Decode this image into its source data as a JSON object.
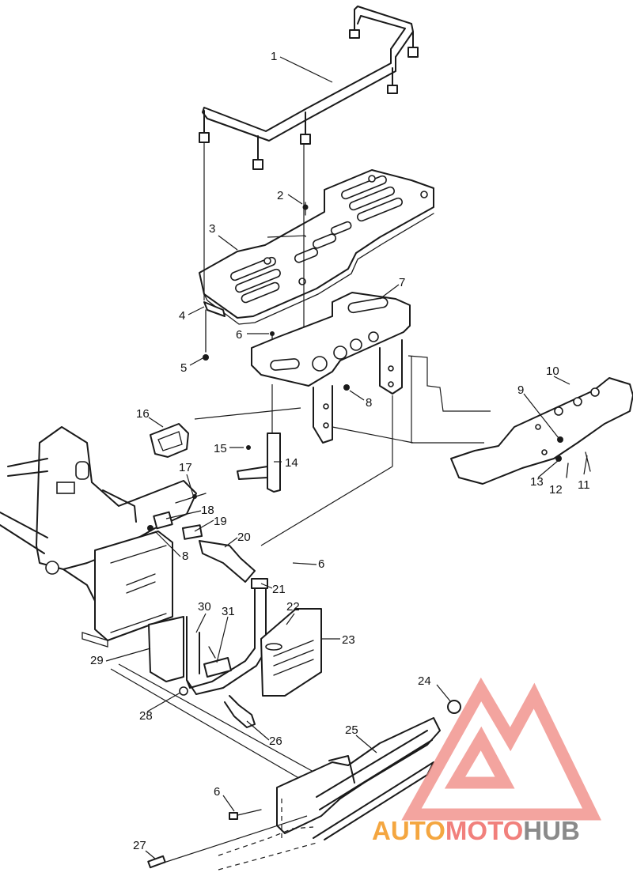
{
  "callouts": [
    "1",
    "2",
    "3",
    "4",
    "5",
    "6",
    "7",
    "8",
    "9",
    "10",
    "11",
    "12",
    "13",
    "14",
    "15",
    "16",
    "17",
    "18",
    "19",
    "20",
    "21",
    "22",
    "23",
    "24",
    "25",
    "26",
    "27",
    "28",
    "29",
    "30",
    "31",
    "6",
    "6",
    "8"
  ],
  "watermark": {
    "text_auto": "AUTO",
    "text_moto": "MOTO",
    "text_hub": "HUB",
    "color_auto": "#f4a640",
    "color_moto": "#f1807c",
    "color_hub": "#8a8a8a",
    "logo_color": "#f08a84"
  }
}
